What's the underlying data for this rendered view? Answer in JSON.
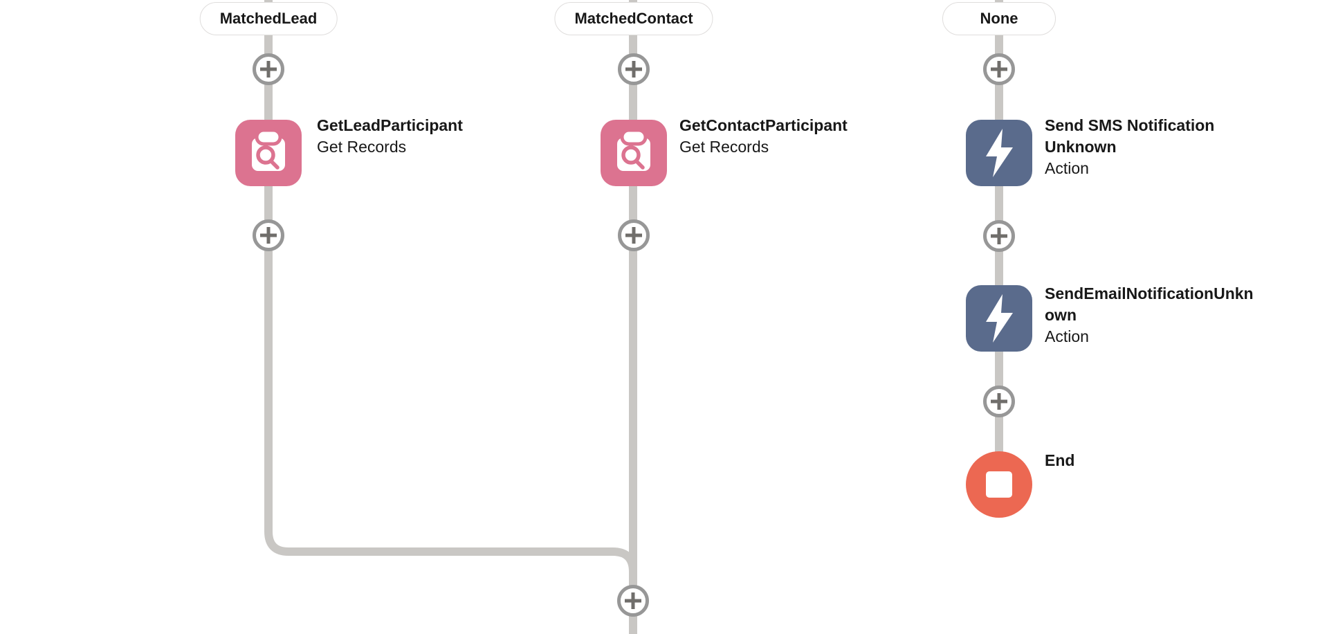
{
  "flow": {
    "branches": [
      {
        "pill": "MatchedLead",
        "nodes": [
          {
            "type": "get-records",
            "title": "GetLeadParticipant",
            "subtitle": "Get Records"
          }
        ]
      },
      {
        "pill": "MatchedContact",
        "nodes": [
          {
            "type": "get-records",
            "title": "GetContactParticipant",
            "subtitle": "Get Records"
          }
        ]
      },
      {
        "pill": "None",
        "nodes": [
          {
            "type": "action",
            "title": "Send SMS Notification Unknown",
            "subtitle": "Action"
          },
          {
            "type": "action",
            "title": "SendEmailNotificationUnknown",
            "subtitle": "Action"
          },
          {
            "type": "end",
            "title": "End"
          }
        ]
      }
    ],
    "colors": {
      "get_records": "#dc7390",
      "action": "#5a6b8c",
      "end": "#ec6852",
      "connector": "#c9c7c4",
      "plus_ring": "#979797",
      "plus_glyph": "#706e6b",
      "text": "#181818",
      "pill_border": "#dfdddc"
    }
  }
}
